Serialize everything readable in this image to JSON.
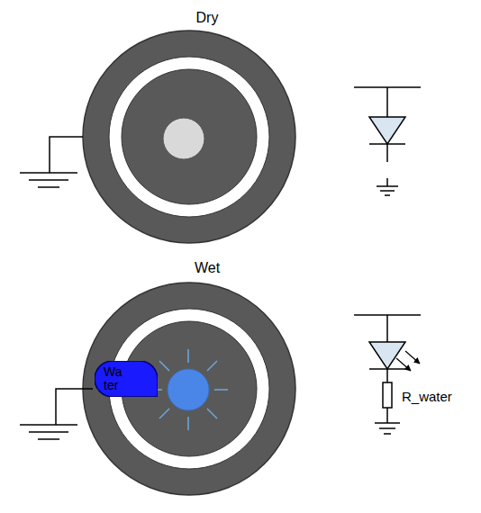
{
  "diagram": {
    "nodes": [
      {
        "text": [
          "Wa ter"
        ]
      }
    ],
    "labels": [
      "Dry",
      "Wet",
      "R_water"
    ]
  }
}
